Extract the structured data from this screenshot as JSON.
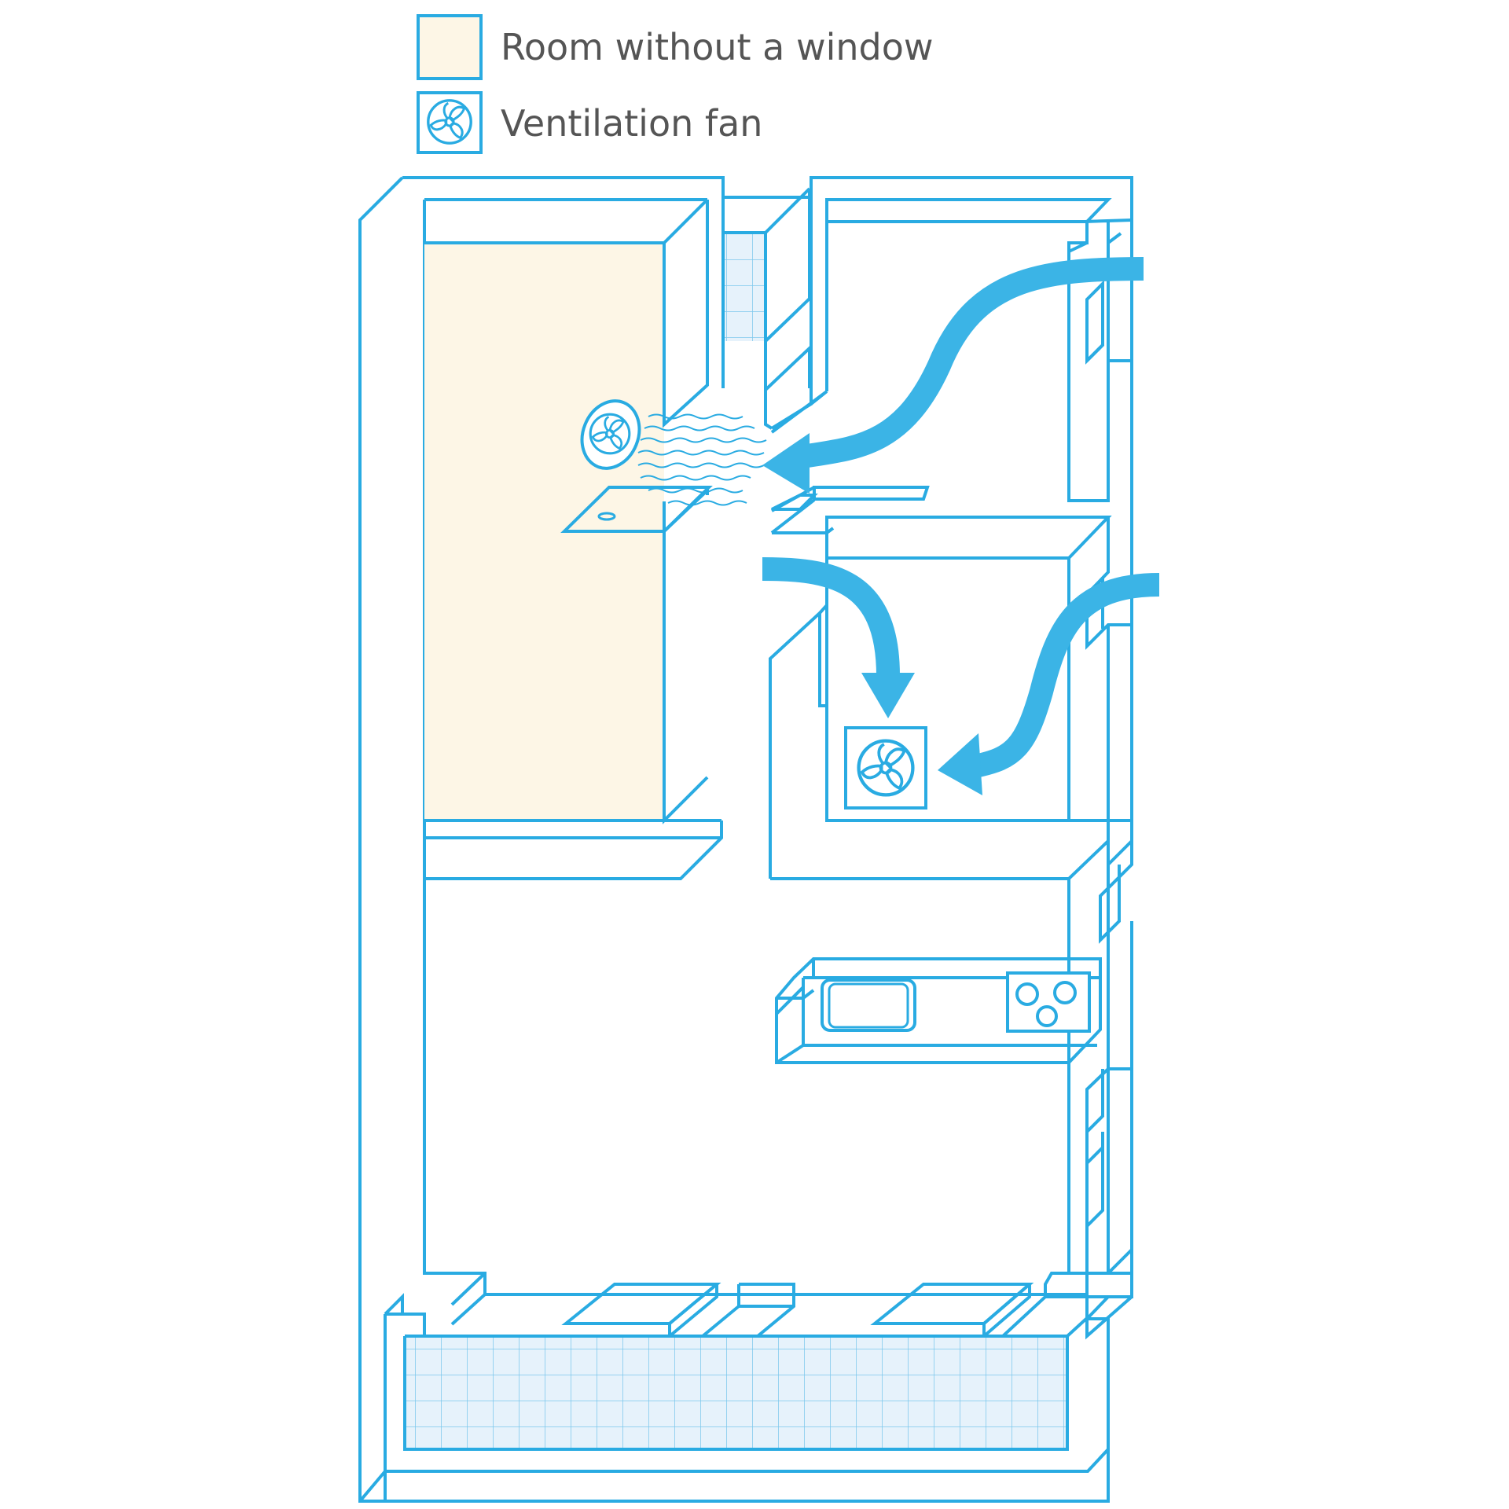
{
  "colors": {
    "line": "#29abe2",
    "arrow": "#3bb4e6",
    "room_fill": "#fdf6e6",
    "tile_fill": "#e6f2fb",
    "text": "#555555"
  },
  "legend": {
    "room_label": "Room without a window",
    "fan_label": "Ventilation fan",
    "room_swatch_icon": "room-without-window-swatch",
    "fan_icon": "ventilation-fan-icon"
  },
  "diagram": {
    "airflow_arrows": 3,
    "fans": 2
  }
}
